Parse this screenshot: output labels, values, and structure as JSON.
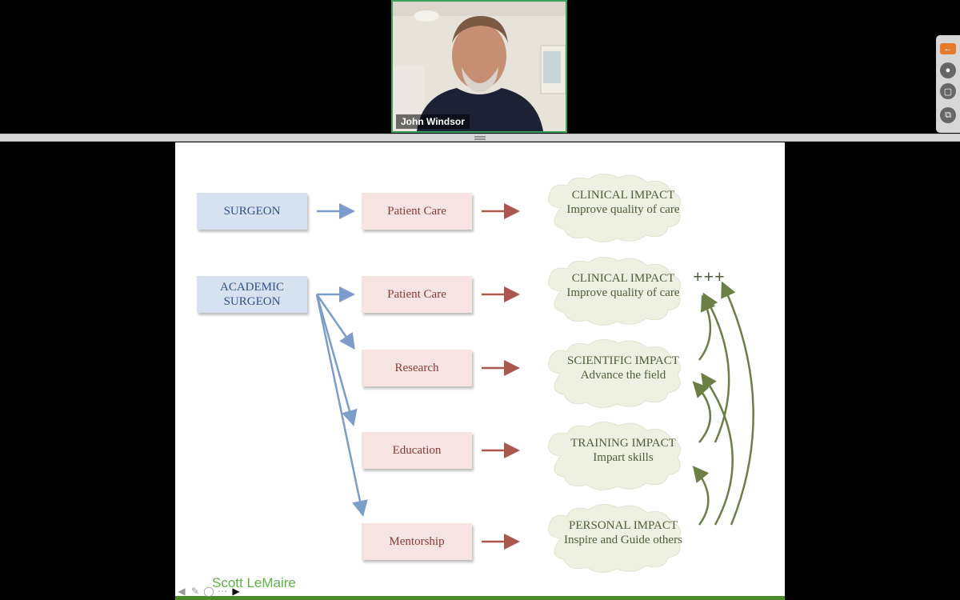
{
  "video": {
    "participant_name": "John Windsor"
  },
  "slide": {
    "row1": {
      "left_box": "SURGEON",
      "middle_box": "Patient Care",
      "cloud_title": "CLINICAL IMPACT",
      "cloud_subtitle": "Improve quality of care"
    },
    "academic_box_line1": "ACADEMIC",
    "academic_box_line2": "SURGEON",
    "branches": [
      {
        "label": "Patient Care",
        "cloud_title": "CLINICAL IMPACT",
        "cloud_subtitle": "Improve quality of care"
      },
      {
        "label": "Research",
        "cloud_title": "SCIENTIFIC IMPACT",
        "cloud_subtitle": "Advance the field"
      },
      {
        "label": "Education",
        "cloud_title": "TRAINING IMPACT",
        "cloud_subtitle": "Impart skills"
      },
      {
        "label": "Mentorship",
        "cloud_title": "PERSONAL IMPACT",
        "cloud_subtitle": "Inspire and Guide others"
      }
    ],
    "plus_marks": "+++"
  },
  "presenter_name": "Scott LeMaire",
  "colors": {
    "blue_box": "#d6e2f0",
    "pink_box": "#f5e4e2",
    "cloud_fill": "#eef0e2",
    "blue_arrow": "#7c9cc9",
    "red_arrow": "#a9574f",
    "green_arrow": "#6b7f47",
    "presenter_green": "#5eb047"
  },
  "icons": {
    "toolbar": [
      "back-arrow-icon",
      "microphone-icon",
      "camera-icon",
      "share-screen-icon"
    ],
    "slide_tools": [
      "previous-icon",
      "pen-icon",
      "zoom-icon",
      "more-icon",
      "next-icon"
    ]
  }
}
